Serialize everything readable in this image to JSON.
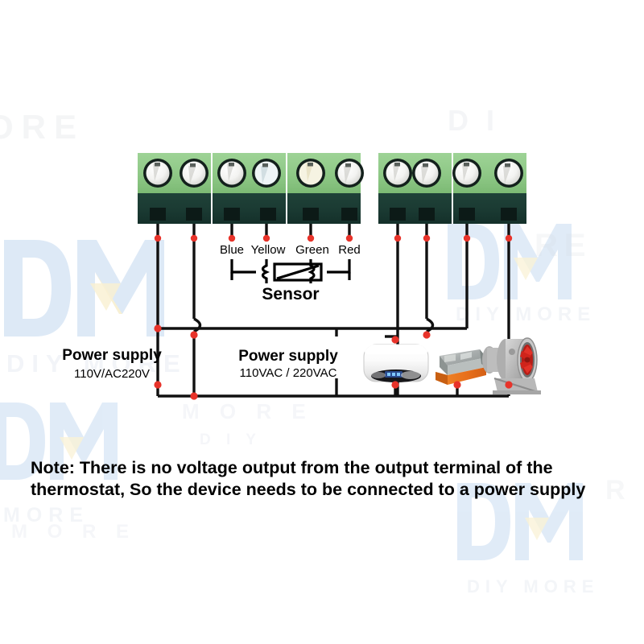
{
  "page": {
    "title": "Thermostat Wiring Diagram",
    "background": "#ffffff"
  },
  "watermark": {
    "brand_letters": "DM",
    "brand_text": "DIY MORE",
    "color_blue": "#bcd4ef",
    "color_gray": "#d2d6db",
    "color_yellow": "#f3e3a8"
  },
  "terminal_blocks": [
    {
      "name": "left-terminal-block",
      "terminal_count": 6,
      "group_count": 3,
      "top_color": "#8ec886",
      "bottom_color": "#1b3b33",
      "screw_color": "#f2f2f0"
    },
    {
      "name": "right-terminal-block",
      "terminal_count": 4,
      "group_count": 2,
      "top_color": "#8ec886",
      "bottom_color": "#1b3b33",
      "screw_color": "#f2f2f0"
    }
  ],
  "sensor": {
    "title": "Sensor",
    "wire_labels": [
      "Blue",
      "Yellow",
      "Green",
      "Red"
    ],
    "symbol": "thermistor"
  },
  "power_supplies": [
    {
      "name": "left-power-supply",
      "title": "Power supply",
      "voltage": "110V/AC220V"
    },
    {
      "name": "right-power-supply",
      "title": "Power supply",
      "voltage": "110VAC / 220VAC"
    }
  ],
  "devices": [
    {
      "name": "water-heater-icon",
      "label": "water heater"
    },
    {
      "name": "heating-element-icon",
      "label": "heating device"
    },
    {
      "name": "blower-fan-icon",
      "label": "blower fan"
    }
  ],
  "note": {
    "line1": "Note: There is no voltage output from the output terminal of the",
    "line2": "thermostat, So the device needs to be connected to a power supply"
  },
  "colors": {
    "wire": "#101010",
    "junction_dot": "#e8332a",
    "terminal_green": "#8ec886",
    "terminal_dark": "#1b3b33",
    "fan_red": "#c8241c",
    "device_orange": "#ef7320"
  }
}
